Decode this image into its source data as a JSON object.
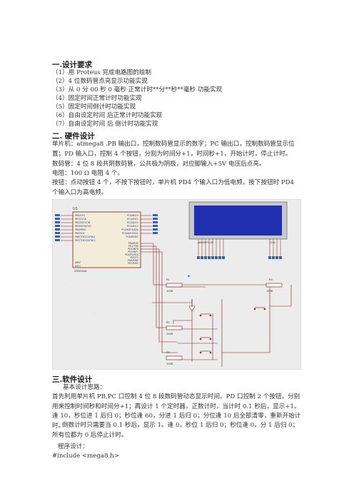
{
  "section1": {
    "title": "一.设计要求",
    "items": [
      "（1）用 Proteus 完成电路图的绘制",
      "（2）4 位数码管点亮显示功能实现",
      "（3）从 0 分 00 秒 0 毫秒 正常计时**分**秒**毫秒 功能实现",
      "（4）固定时间正常计时功能实现",
      "（5）固定时间倒计时功能实现",
      "（6）自由设定时间 后正常计时功能实现",
      "（7）自由设定时间 后 倒计时功能实现"
    ]
  },
  "section2": {
    "title": "二. 硬件设计",
    "mcu_text": "单片机：atmega8 .PB 输出口，控制数码管显示的数字；PC 输出口，控制数码管显示位置；PD 输入口，控制 4 个按钮，分别为时间分+1，时间秒+1，开始计时，停止计时。",
    "display_text": "数码管：4 位 8 段共阴数码管，公共极为阴极，对应脚输入+5V 电压后点亮。",
    "resistor_text": "电阻：100 Ω 电阻 4 个。",
    "button_text": "按钮：点动按钮 4 个，不按下按钮时，单片机 PD4 个输入口为低电频，按下按钮时 PD4 个输入口为高电频。"
  },
  "schematic": {
    "chip_ref": "U1",
    "chip_name": "ATMEGA8",
    "left_pins": [
      "PB0/ICP1",
      "PB1/OC1A",
      "PB2/SS/OC1B",
      "PB3/MOSI/OC2",
      "PB4/MISO",
      "PB5/SCK",
      "PB6/TOSC1/XTAL1",
      "PB7/TOSC2/XTAL2"
    ],
    "right_pins_top": [
      "PC0/ADC0",
      "PC1/ADC1",
      "PC2/ADC2",
      "PC3/ADC3",
      "PC4/ADC4/SDA",
      "PC5/ADC5/SCL",
      "PC6/RESET"
    ],
    "right_pins_bottom": [
      "PD0/RXD",
      "PD1/TXD",
      "PD2/INT0",
      "PD3/INT1",
      "PD4/T0/XCK",
      "PD5/T1",
      "PD6/AIN0",
      "PD7/AIN1"
    ],
    "left_pins_bottom": [
      "AREF",
      "AVCC"
    ],
    "display_pins_a": "ABCDEFG DP",
    "display_pins_b": "1234",
    "resistors": [
      {
        "ref": "R1",
        "value": "100R"
      },
      {
        "ref": "R2",
        "value": "100R"
      },
      {
        "ref": "R3",
        "value": "100R"
      },
      {
        "ref": "R4",
        "value": "100R"
      }
    ]
  },
  "section3": {
    "title": "三.软件设计",
    "subtitle": "基本设计思路：",
    "para1": "首先利用单片机 PB,PC 口控制 4 位 8 段数码管动态显示时间。PD 口控制 2 个按钮，分别用来控制时间秒和时间分+1；再设计 1 个定时器，正数计时，当计时 0.1 秒后，显示+1。逢 10，秒位进 1 后归 0；秒位逢 60，分进 1 后归 0；分位逢 10 后全部清零，重新开始计时。",
    "para2": "倒数计时只需要当 0.1 秒后，显示 1。逢 0，秒位 1 后归 0；秒位逢 0，分 1 后归 0；所有位都为 0 后停止计时。",
    "program_label": "程序设计：",
    "include_line": "#include <mega8.h>"
  }
}
